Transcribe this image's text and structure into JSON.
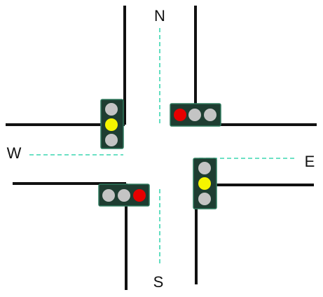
{
  "compass": {
    "north": "N",
    "south": "S",
    "west": "W",
    "east": "E"
  },
  "colors": {
    "road": "#111111",
    "lane_divider": "#3bd6b0",
    "signal_housing": "#1e3d31",
    "signal_border": "#2f7a5d",
    "lamp_off": "#c4c4c4",
    "lamp_red": "#e60000",
    "lamp_yellow": "#f5f500"
  },
  "signals": [
    {
      "id": "north-west",
      "orientation": "vertical",
      "lamps": [
        "off",
        "yellow",
        "off"
      ]
    },
    {
      "id": "north-east",
      "orientation": "horizontal",
      "lamps": [
        "red",
        "off",
        "off"
      ]
    },
    {
      "id": "south-west",
      "orientation": "horizontal",
      "lamps": [
        "off",
        "off",
        "red"
      ]
    },
    {
      "id": "south-east",
      "orientation": "vertical",
      "lamps": [
        "off",
        "yellow",
        "off"
      ]
    }
  ]
}
